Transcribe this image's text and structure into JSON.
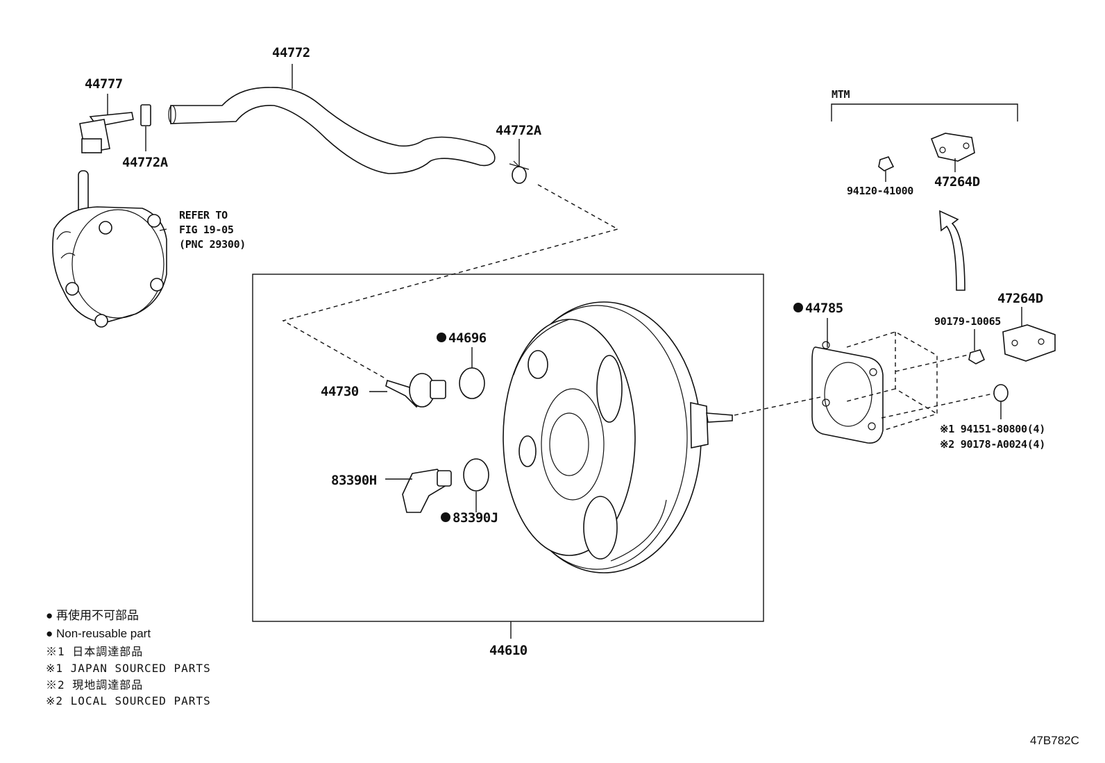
{
  "parts": {
    "p44772": "44772",
    "p44777": "44777",
    "p44772a_top": "44772A",
    "p44772a_mid": "44772A",
    "refer_line1": "REFER TO",
    "refer_line2": "FIG 19-05",
    "refer_line3": "(PNC 29300)",
    "p44696": "44696",
    "p44730": "44730",
    "p83390h": "83390H",
    "p83390j": "83390J",
    "p44610": "44610",
    "p44785": "44785",
    "mtm": "MTM",
    "p94120": "94120-41000",
    "p47264d_top": "47264D",
    "p47264d_right": "47264D",
    "p90179": "90179-10065",
    "p94151": "※1 94151-80800(4)",
    "p90178": "※2 90178-A0024(4)"
  },
  "legend": {
    "line1": "● 再使用不可部品",
    "line2": "● Non-reusable part",
    "line3": "※1 日本調達部品",
    "line4": "※1 JAPAN SOURCED PARTS",
    "line5": "※2 現地調達部品",
    "line6": "※2 LOCAL SOURCED PARTS"
  },
  "figure_id": "47B782C"
}
